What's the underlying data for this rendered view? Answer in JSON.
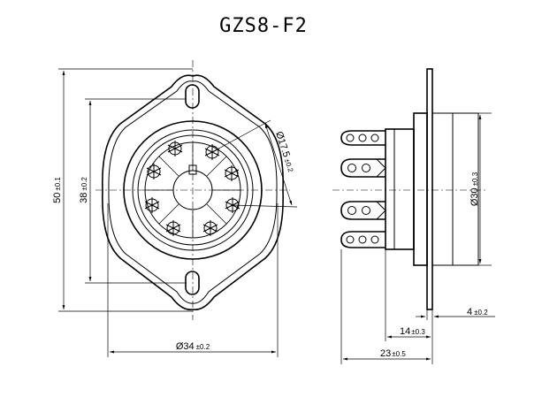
{
  "title": "GZS8-F2",
  "dims": {
    "height_total": {
      "nominal": "50",
      "tol": "±0.1"
    },
    "hole_spacing": {
      "nominal": "38",
      "tol": "±0.2"
    },
    "pin_circle": {
      "nominal": "Ø17.5",
      "tol": "±0.2"
    },
    "body_diameter": {
      "nominal": "Ø34",
      "tol": "±0.2"
    },
    "side_diameter": {
      "nominal": "Ø30",
      "tol": "±0.3"
    },
    "flange_thickness": {
      "nominal": "4",
      "tol": "±0.2"
    },
    "body_depth": {
      "nominal": "14",
      "tol": "±0.3"
    },
    "total_depth": {
      "nominal": "23",
      "tol": "±0.5"
    }
  }
}
